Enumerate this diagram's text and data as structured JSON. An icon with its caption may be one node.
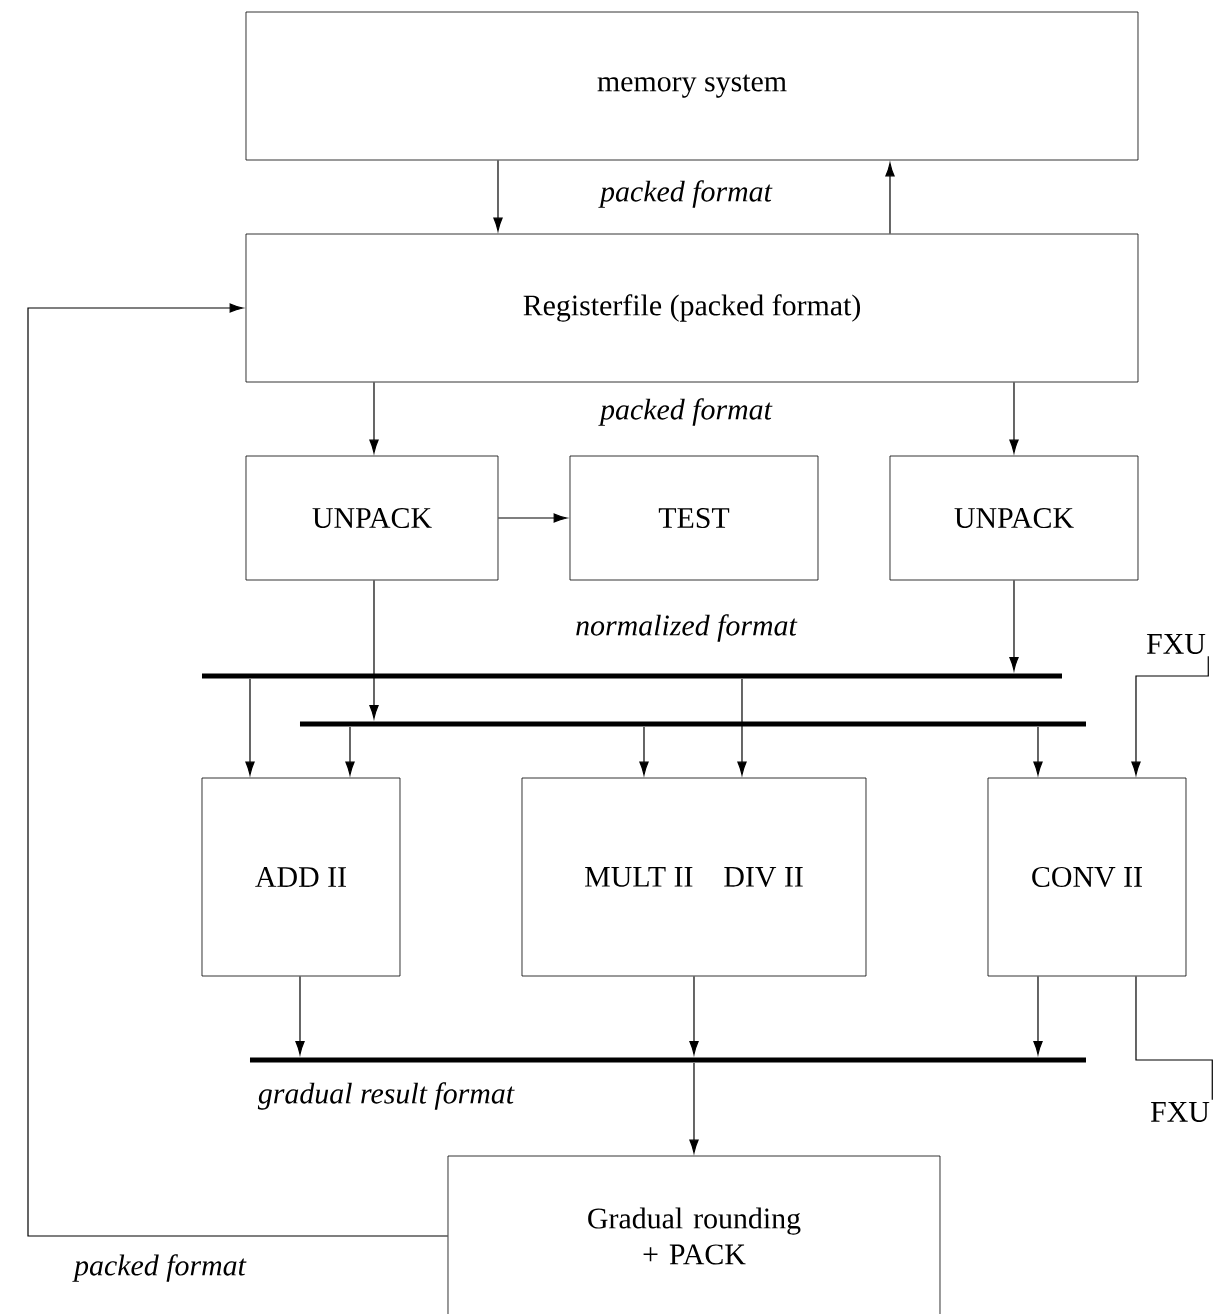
{
  "diagram": {
    "nodes": [
      {
        "text": [
          "memory system"
        ]
      },
      {
        "text": [
          "Registerfile (packed format)"
        ]
      },
      {
        "text": [
          "UNPACK"
        ]
      },
      {
        "text": [
          "TEST"
        ]
      },
      {
        "text": [
          "UNPACK"
        ]
      },
      {
        "text": [],
        "shape": "bar"
      },
      {
        "text": [],
        "shape": "bar"
      },
      {
        "text": [
          "ADD II"
        ]
      },
      {
        "text": [
          "MULT II",
          "DIV II"
        ]
      },
      {
        "text": [
          "CONV II"
        ]
      },
      {
        "text": [],
        "shape": "bar"
      },
      {
        "text": [
          "Gradual rounding + PACK"
        ]
      },
      {
        "text": [
          "FXU"
        ]
      },
      {
        "text": [
          "FXU"
        ]
      }
    ],
    "edges": [
      {
        "from": 0,
        "to": 1,
        "arrow": "to"
      },
      {
        "from": 1,
        "to": 0,
        "arrow": "to"
      },
      {
        "from": 1,
        "to": 2,
        "arrow": "to"
      },
      {
        "from": 1,
        "to": 4,
        "arrow": "to"
      },
      {
        "from": 2,
        "to": 3,
        "arrow": "to"
      },
      {
        "from": 2,
        "to": 6,
        "arrow": "to"
      },
      {
        "from": 4,
        "to": 5,
        "arrow": "to"
      },
      {
        "from": 5,
        "to": 7,
        "arrow": "to"
      },
      {
        "from": 6,
        "to": 7,
        "arrow": "to"
      },
      {
        "from": 6,
        "to": 8,
        "arrow": "to"
      },
      {
        "from": 5,
        "to": 8,
        "arrow": "to"
      },
      {
        "from": 6,
        "to": 9,
        "arrow": "to"
      },
      {
        "from": 12,
        "to": 9,
        "arrow": "to"
      },
      {
        "from": 9,
        "to": 13,
        "arrow": "none"
      },
      {
        "from": 7,
        "to": 10,
        "arrow": "to"
      },
      {
        "from": 8,
        "to": 10,
        "arrow": "to"
      },
      {
        "from": 9,
        "to": 10,
        "arrow": "to"
      },
      {
        "from": 10,
        "to": 11,
        "arrow": "to"
      },
      {
        "from": 11,
        "to": 1,
        "arrow": "to"
      }
    ],
    "labels": [
      "packed format",
      "packed format",
      "normalized format",
      "gradual result format",
      "packed format"
    ]
  }
}
